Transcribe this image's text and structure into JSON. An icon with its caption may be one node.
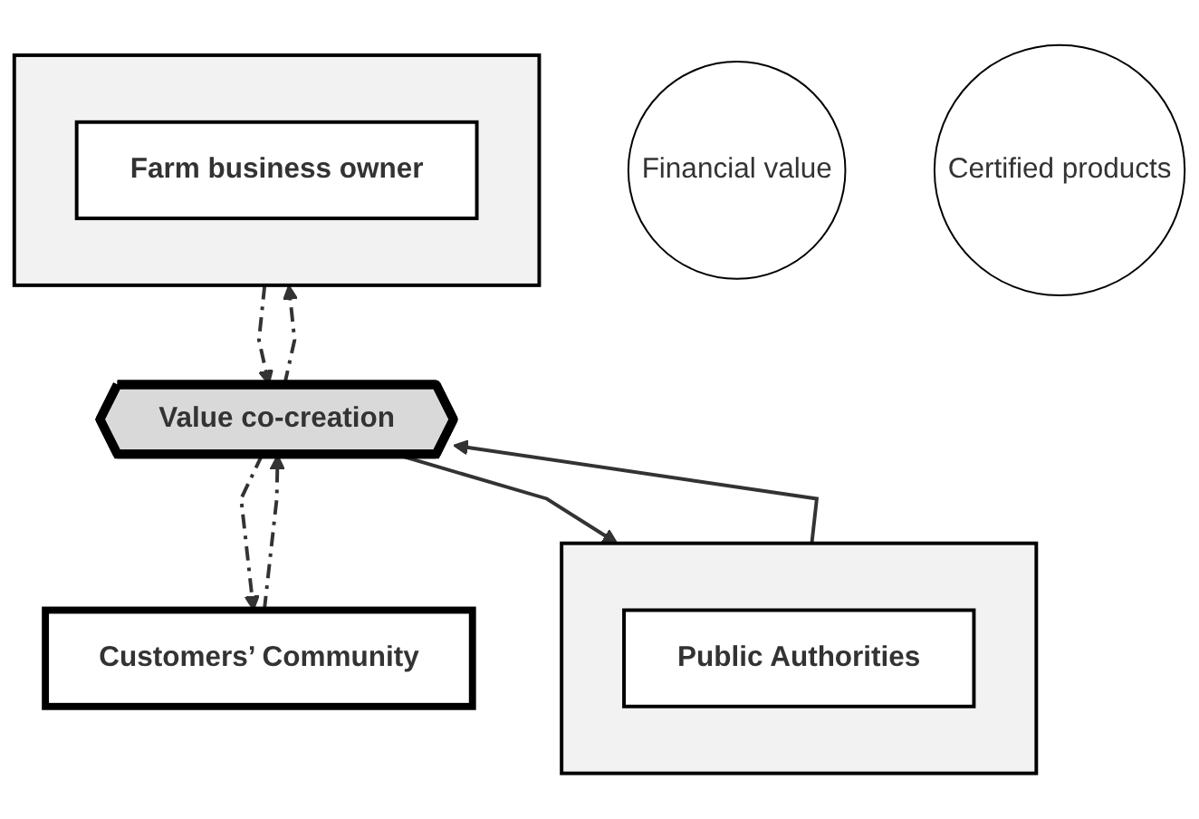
{
  "diagram": {
    "nodes": [
      {
        "text": [
          "Customers’ Community"
        ]
      },
      {
        "text": [],
        "shape": "box"
      },
      {
        "text": [
          "Public Authorities"
        ],
        "in": 1
      },
      {
        "text": [
          "Value co-creation"
        ]
      },
      {
        "text": [
          "Financial value"
        ]
      },
      {
        "text": [
          "Certified products"
        ]
      },
      {
        "text": [],
        "shape": "box"
      },
      {
        "text": [
          "Farm business owner"
        ],
        "in": 6
      }
    ],
    "edges": [
      {
        "from": 3,
        "to": 0,
        "arrow": "to",
        "style": "dashed"
      },
      {
        "from": 0,
        "to": 3,
        "arrow": "to",
        "style": "dashed"
      },
      {
        "from": 1,
        "to": 3,
        "arrow": "to"
      },
      {
        "from": 3,
        "to": 1,
        "arrow": "to"
      },
      {
        "from": 3,
        "to": 6,
        "arrow": "to",
        "style": "dashed"
      },
      {
        "from": 6,
        "to": 3,
        "arrow": "to",
        "style": "dashed"
      }
    ]
  }
}
